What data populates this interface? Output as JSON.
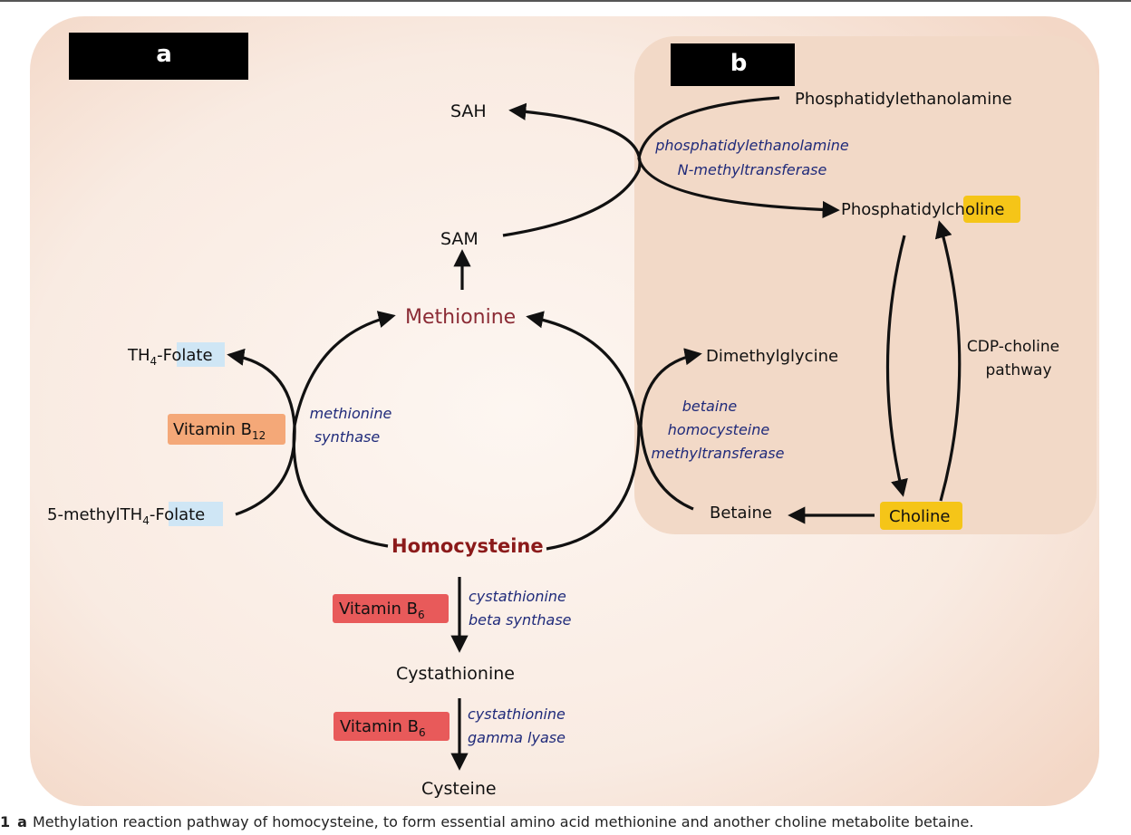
{
  "panels": {
    "a": "a",
    "b": "b"
  },
  "nodes": {
    "sah": "SAH",
    "sam": "SAM",
    "methionine": "Methionine",
    "homocysteine": "Homocysteine",
    "cystathionine": "Cystathionine",
    "cysteine": "Cysteine",
    "th4_prefix": "TH",
    "th4_sub": "4",
    "th4_sep": "-",
    "folate": "Folate",
    "methyl_prefix": "5-methylTH",
    "methyl_sub": "4",
    "methyl_sep": "-",
    "phosphatidylethanolamine": "Phosphatidylethanolamine",
    "phosphatidyl": "Phosphatidyl",
    "choline_suffix": "choline",
    "choline": "Choline",
    "betaine": "Betaine",
    "dimethylglycine": "Dimethylglycine"
  },
  "vitamins": {
    "b12_main": "Vitamin B",
    "b12_sub": "12",
    "b6_main": "Vitamin B",
    "b6_sub": "6"
  },
  "enzymes": {
    "pemt_line1": "phosphatidylethanolamine",
    "pemt_line2": "N-methyltransferase",
    "ms_line1": "methionine",
    "ms_line2": "synthase",
    "bhmt_line1": "betaine",
    "bhmt_line2": "homocysteine",
    "bhmt_line3": "methyltransferase",
    "cbs_line1": "cystathionine",
    "cbs_line2": "beta synthase",
    "cgl_line1": "cystathionine",
    "cgl_line2": "gamma lyase"
  },
  "pathway": {
    "line1": "CDP-choline",
    "line2": "pathway"
  },
  "caption": {
    "prefix": "1",
    "panel": "a",
    "text": "Methylation reaction pathway of homocysteine, to form essential amino acid methionine and another choline metabolite betaine."
  },
  "colors": {
    "panel_a_bg": "#f7e3d8",
    "panel_b_bg": "#f0d5c2",
    "methionine": "#8b2b35",
    "homocysteine": "#8b1a1a",
    "enzyme": "#1f2a7a",
    "folate_box": "#cfe6f5",
    "vitamin_b12_box": "#f4a878",
    "vitamin_b6_box": "#e85a5a",
    "choline_box": "#f5c518"
  }
}
